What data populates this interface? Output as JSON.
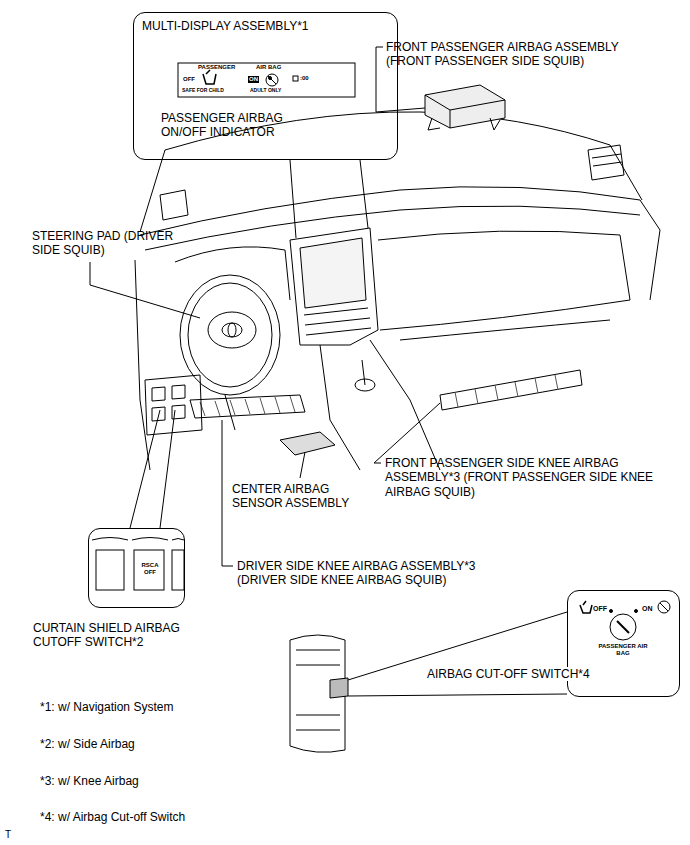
{
  "diagram": {
    "nodes": [
      {
        "text": [
          "MULTI-DISPLAY ASSEMBLY*1",
          "PASSENGER AIRBAG ON/OFF INDICATOR"
        ]
      },
      {
        "text": [
          "CURTAIN SHIELD AIRBAG CUTOFF SWITCH*2"
        ]
      },
      {
        "text": [
          "AIRBAG CUT-OFF SWITCH*4"
        ]
      }
    ],
    "labels": [
      "PASSENGER",
      "AIR BAG",
      "OFF",
      "ON",
      "SAFE FOR CHILD",
      "ADULT ONLY",
      ":00",
      "FRONT PASSENGER AIRBAG ASSEMBLY (FRONT PASSENGER SIDE SQUIB)",
      "STEERING PAD (DRIVER SIDE SQUIB)",
      "CENTER AIRBAG SENSOR ASSEMBLY",
      "FRONT PASSENGER SIDE KNEE AIRBAG ASSEMBLY*3 (FRONT PASSENGER SIDE KNEE AIRBAG SQUIB)",
      "RSCA OFF",
      "DRIVER SIDE KNEE AIRBAG ASSEMBLY*3 (DRIVER SIDE KNEE AIRBAG SQUIB)",
      "*1: w/ Navigation System",
      "*2: w/ Side Airbag",
      "*3: w/ Knee Airbag",
      "*4: w/ Airbag Cut-off Switch",
      "OFF",
      "ON",
      "PASSENGER AIR BAG",
      "T"
    ]
  }
}
